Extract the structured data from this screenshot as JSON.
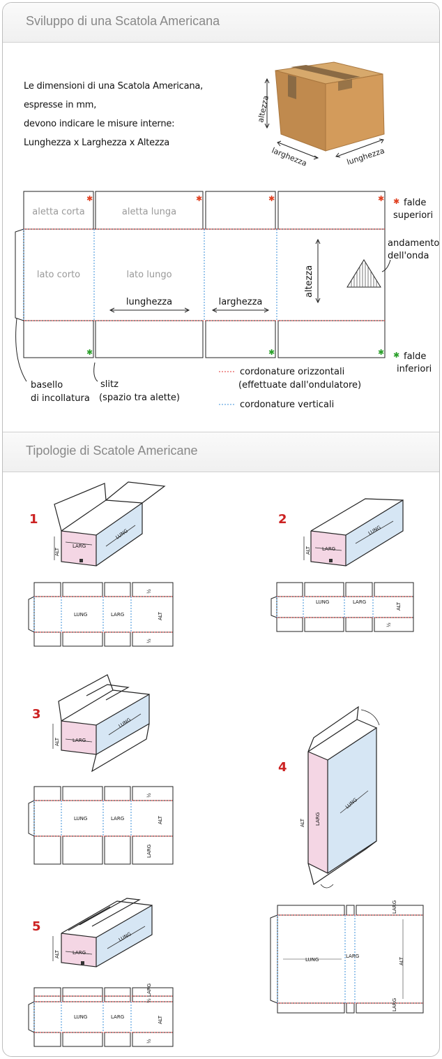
{
  "section1": {
    "title": "Sviluppo di una Scatola Americana",
    "intro_lines": [
      "Le dimensioni di una Scatola Americana,",
      "espresse in mm,",
      "devono indicare le misure interne:",
      "Lunghezza x Larghezza x Altezza"
    ],
    "box_photo_labels": {
      "height": "altezza",
      "width": "larghezza",
      "length": "lunghezza"
    },
    "panels": {
      "top_short": "aletta corta",
      "top_long": "aletta lunga",
      "side_short": "lato corto",
      "side_long": "lato lungo",
      "length": "lunghezza",
      "width": "larghezza",
      "height": "altezza"
    },
    "side_notes": {
      "top_flaps_1": "falde",
      "top_flaps_2": "superiori",
      "wave_1": "andamento",
      "wave_2": "dell'onda",
      "bottom_flaps_1": "falde",
      "bottom_flaps_2": "inferiori"
    },
    "bottom_notes": {
      "glue_1": "basello",
      "glue_2": "di incollatura",
      "slitz_1": "slitz",
      "slitz_2": "(spazio tra alette)",
      "h_creases_1": "cordonature orizzontali",
      "h_creases_2": "(effettuate dall'ondulatore)",
      "v_creases": "cordonature verticali"
    },
    "colors": {
      "horizontal_crease": "#e03030",
      "vertical_crease": "#3a8fd8",
      "box": "#c8955a",
      "asterisk_red": "#e04020",
      "asterisk_green": "#2aa02a"
    }
  },
  "section2": {
    "title": "Tipologie di Scatole Americane",
    "labels": {
      "lung": "LUNG",
      "larg": "LARG",
      "alt": "ALT",
      "half": "½",
      "half_larg": "½ LARG"
    },
    "types": [
      "1",
      "2",
      "3",
      "4",
      "5"
    ],
    "colors": {
      "number": "#cc2222",
      "front_face": "#f4d6e4",
      "side_face": "#d6e6f4"
    }
  }
}
